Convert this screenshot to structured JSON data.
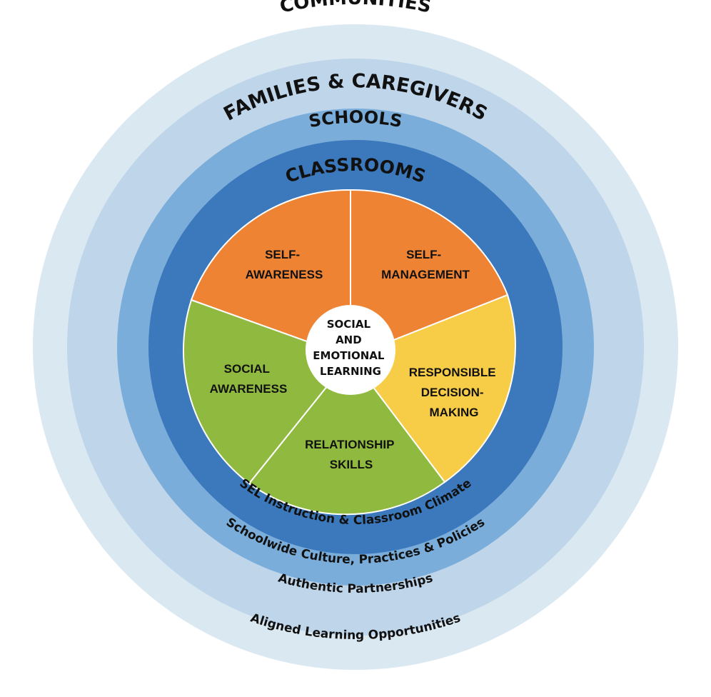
{
  "colors": {
    "communities_ring": "#dae8f2",
    "families_ring": "#bed5ea",
    "schools_ring": "#7aadda",
    "classrooms_ring": "#3b78bc",
    "self_awareness": "#ee8333",
    "self_management": "#ee8333",
    "responsible_decision_making": "#f7cd47",
    "relationship_skills": "#8fba3f",
    "social_awareness": "#8fba3f",
    "center": "#ffffff",
    "divider": "#ffffff",
    "text": "#111111"
  },
  "rings": {
    "communities": {
      "label": "COMMUNITIES",
      "caption": "Aligned Learning Opportunities"
    },
    "families": {
      "label": "FAMILIES & CAREGIVERS",
      "caption": "Authentic Partnerships"
    },
    "schools": {
      "label": "SCHOOLS",
      "caption": "Schoolwide Culture, Practices  & Policies"
    },
    "classrooms": {
      "label": "CLASSROOMS",
      "caption": "SEL Instruction & Classroom Climate"
    }
  },
  "segments": {
    "self_awareness": {
      "line1": "SELF-",
      "line2": "AWARENESS"
    },
    "self_management": {
      "line1": "SELF-",
      "line2": "MANAGEMENT"
    },
    "responsible_decision_making": {
      "line1": "RESPONSIBLE",
      "line2": "DECISION-",
      "line3": "MAKING"
    },
    "relationship_skills": {
      "line1": "RELATIONSHIP",
      "line2": "SKILLS"
    },
    "social_awareness": {
      "line1": "SOCIAL",
      "line2": "AWARENESS"
    }
  },
  "center": {
    "line1": "SOCIAL",
    "line2": "AND",
    "line3": "EMOTIONAL",
    "line4": "LEARNING"
  }
}
